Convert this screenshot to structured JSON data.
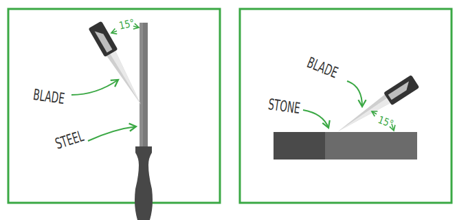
{
  "diagram": {
    "labels": [
      "15°",
      "BLADE",
      "STEEL",
      "BLADE",
      "STONE",
      "15°"
    ]
  }
}
